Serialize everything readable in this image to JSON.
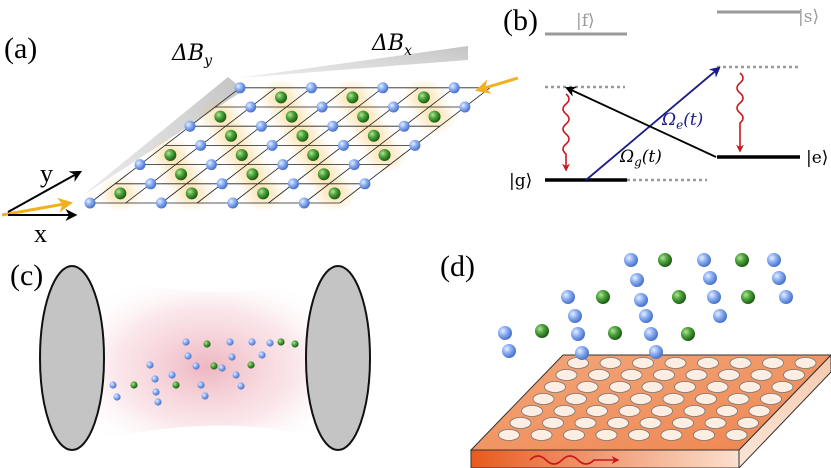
{
  "panels": {
    "a": {
      "label": "(a)",
      "delta_by": "ΔB",
      "delta_by_sub": "y",
      "delta_bx": "ΔB",
      "delta_bx_sub": "x",
      "axis_y": "y",
      "axis_x": "x"
    },
    "b": {
      "label": "(b)",
      "state_f": "|f⟩",
      "state_s": "|s⟩",
      "state_g": "|g⟩",
      "state_e": "|e⟩",
      "omega_e": "Ω",
      "omega_e_sub": "e",
      "omega_e_arg": "(t)",
      "omega_g": "Ω",
      "omega_g_sub": "g",
      "omega_g_arg": "(t)"
    },
    "c": {
      "label": "(c)"
    },
    "d": {
      "label": "(d)"
    }
  },
  "colors": {
    "blue_atom": "#8fb2f5",
    "green_atom": "#3f9a34",
    "orange_beam": "#f2b01e",
    "red_decay": "#c8181e",
    "navy_arrow": "#1c1c86",
    "gray_level": "#9a9a9a",
    "plate_orange": "#f08a52",
    "cavity_glow": "#e88a9a",
    "mirror_gray": "#c4c4c4"
  }
}
